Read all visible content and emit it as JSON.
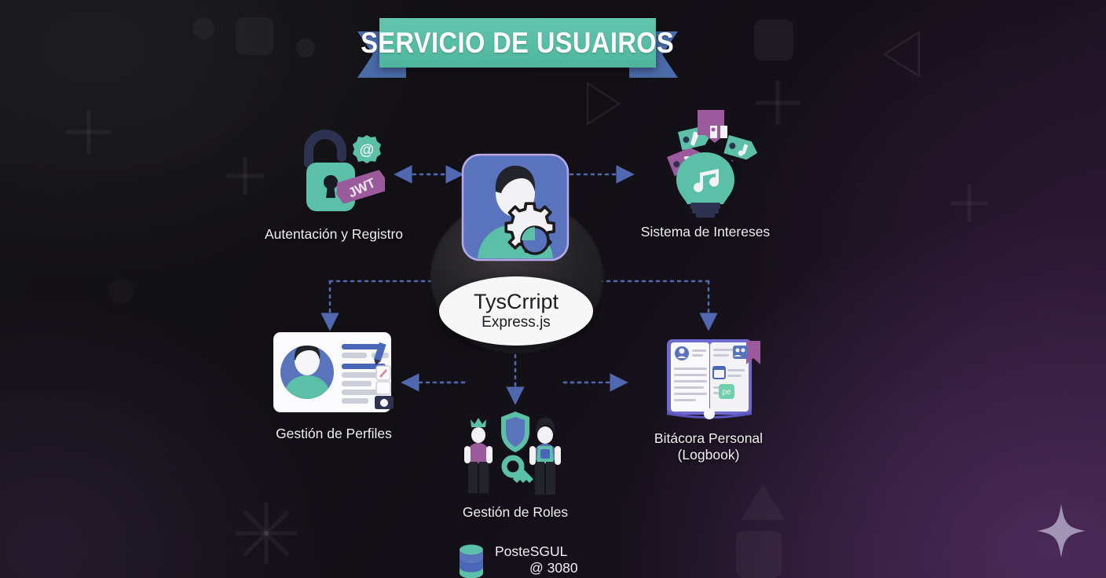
{
  "banner": {
    "title": "SERVICIO DE USUAIROS"
  },
  "center": {
    "icon": "user-gear-icon",
    "title": "TysCrript",
    "subtitle": "Express.js"
  },
  "nodes": [
    {
      "id": "auth",
      "label": "Autentación y Registro",
      "icon": "padlock-at-jwt-icon"
    },
    {
      "id": "interests",
      "label": "Sistema de Intereses",
      "icon": "lightbulb-tags-icon"
    },
    {
      "id": "profiles",
      "label": "Gestión de Perfiles",
      "icon": "profile-card-icon"
    },
    {
      "id": "logbook",
      "label": "Bitácora Personal\n(Logbook)",
      "icon": "open-book-icon"
    },
    {
      "id": "roles",
      "label": "Gestión de Roles",
      "icon": "users-shield-key-icon"
    }
  ],
  "database": {
    "icon": "database-cylinder-icon",
    "name": "PosteSGUL",
    "port": "@ 3080"
  },
  "colors": {
    "accent_teal": "#5cc0a8",
    "accent_purple": "#9a5a9c",
    "accent_blue": "#4a6aa8",
    "node_blue": "#5a73bd",
    "background_dark": "#121015",
    "background_purple": "#4a2a58",
    "text_light": "#f0f0f2",
    "connector": "#4f68b0"
  }
}
